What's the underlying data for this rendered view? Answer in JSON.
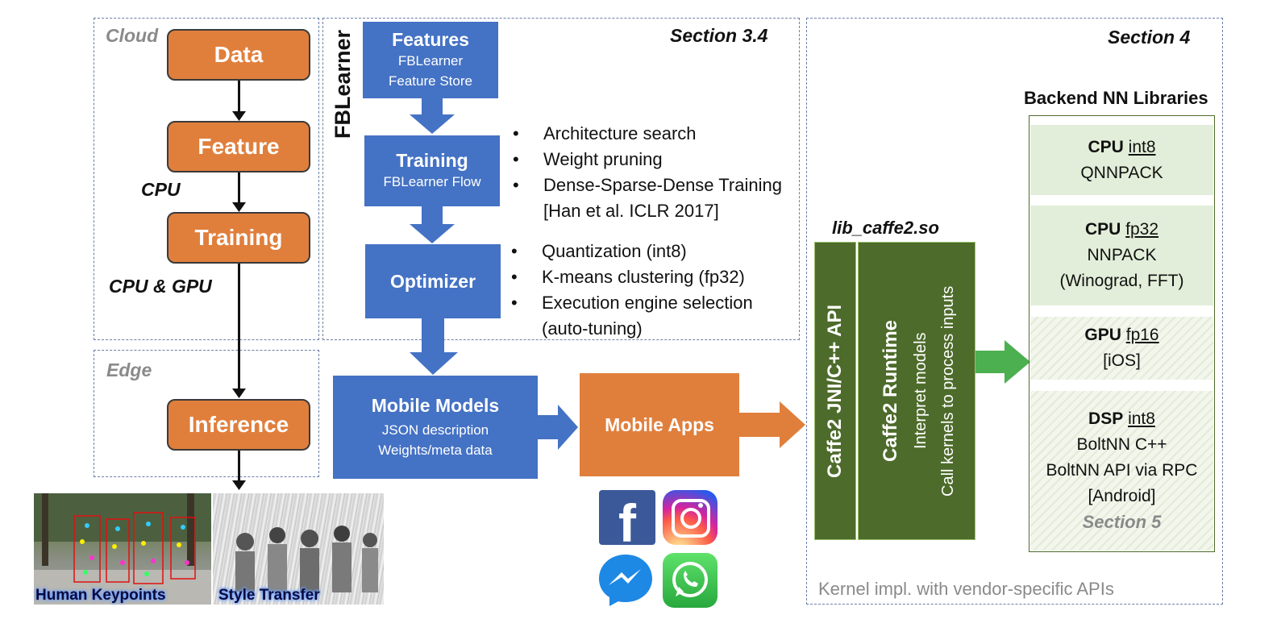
{
  "left_panel": {
    "cloud_label": "Cloud",
    "edge_label": "Edge",
    "cpu_label": "CPU",
    "cpu_gpu_label": "CPU & GPU",
    "steps": [
      "Data",
      "Feature",
      "Training",
      "Inference"
    ]
  },
  "photos": {
    "left_caption": "Human Keypoints",
    "right_caption": "Style Transfer"
  },
  "fblearner": {
    "vertical_label": "FBLearner",
    "section_label": "Section 3.4",
    "features": {
      "title": "Features",
      "lines": [
        "FBLearner",
        "Feature Store"
      ]
    },
    "training": {
      "title": "Training",
      "lines": [
        "FBLearner Flow"
      ]
    },
    "optimizer": {
      "title": "Optimizer"
    },
    "training_bullets": [
      "Architecture search",
      "Weight pruning",
      "Dense-Sparse-Dense Training"
    ],
    "training_bullet_cont": "[Han et al. ICLR 2017]",
    "optimizer_bullets": [
      "Quantization (int8)",
      "K-means clustering (fp32)",
      "Execution engine selection"
    ],
    "optimizer_bullet_cont": "(auto-tuning)"
  },
  "mobile_models": {
    "title": "Mobile Models",
    "lines": [
      "JSON description",
      "Weights/meta data"
    ]
  },
  "mobile_apps": {
    "title": "Mobile Apps"
  },
  "app_icons": [
    "facebook-icon",
    "instagram-icon",
    "messenger-icon",
    "whatsapp-icon"
  ],
  "right_panel": {
    "section_label": "Section 4",
    "lib_label": "lib_caffe2.so",
    "api_label": "Caffe2 JNI/C++ API",
    "runtime_title": "Caffe2 Runtime",
    "runtime_lines": [
      "Interpret models",
      "Call kernels to process inputs"
    ],
    "backend_title": "Backend NN Libraries",
    "footer": "Kernel impl. with vendor-specific APIs",
    "libs": [
      {
        "head": "CPU",
        "type": "int8",
        "lines": [
          "QNNPACK"
        ]
      },
      {
        "head": "CPU",
        "type": "fp32",
        "lines": [
          "NNPACK",
          "(Winograd, FFT)"
        ]
      },
      {
        "head": "GPU",
        "type": "fp16",
        "lines": [
          "[iOS]"
        ]
      },
      {
        "head": "DSP",
        "type": "int8",
        "lines": [
          "BoltNN C++",
          "BoltNN API via RPC",
          "[Android]"
        ]
      }
    ],
    "section5_label": "Section 5"
  },
  "colors": {
    "orange": "#e07f3c",
    "blue": "#4472c4",
    "dark_green": "#4d6b2a",
    "arrow_green": "#4caf50",
    "light_green": "#e2eed9"
  }
}
